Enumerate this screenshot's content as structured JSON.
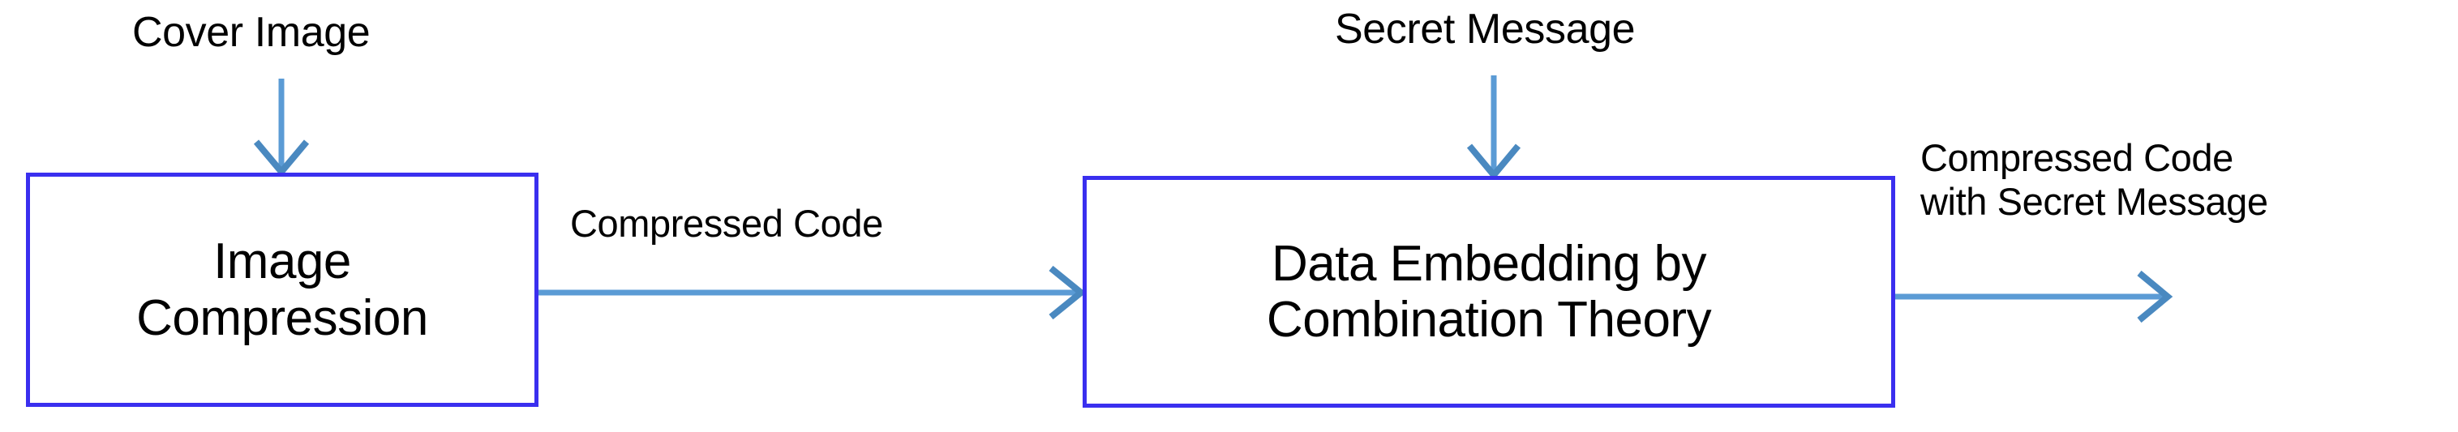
{
  "diagram": {
    "title_present": false,
    "colors": {
      "box_border": "#3A2FEF",
      "arrow": "#5B9BD5",
      "arrow_head": "#4A89C0",
      "text": "#000000",
      "background": "#FFFFFF"
    },
    "boxes": [
      {
        "id": "image-compression",
        "lines": [
          "Image",
          "Compression"
        ]
      },
      {
        "id": "data-embedding",
        "lines": [
          "Data Embedding by",
          "Combination Theory"
        ]
      }
    ],
    "labels": {
      "cover_image": "Cover Image",
      "secret_message": "Secret Message",
      "compressed_code": "Compressed Code",
      "compressed_code_with_secret": [
        "Compressed Code",
        "with Secret Message"
      ]
    },
    "connectors": [
      {
        "id": "cover-image-to-compression",
        "label": "Cover Image",
        "direction": "down",
        "from": "Cover Image",
        "to": "Image Compression"
      },
      {
        "id": "compression-to-embedding",
        "label": "Compressed Code",
        "direction": "right",
        "from": "Image Compression",
        "to": "Data Embedding by Combination Theory"
      },
      {
        "id": "secret-message-to-embedding",
        "label": "Secret Message",
        "direction": "down",
        "from": "Secret Message",
        "to": "Data Embedding by Combination Theory"
      },
      {
        "id": "embedding-output",
        "label": "Compressed Code with Secret Message",
        "direction": "right",
        "from": "Data Embedding by Combination Theory",
        "to": ""
      }
    ]
  }
}
